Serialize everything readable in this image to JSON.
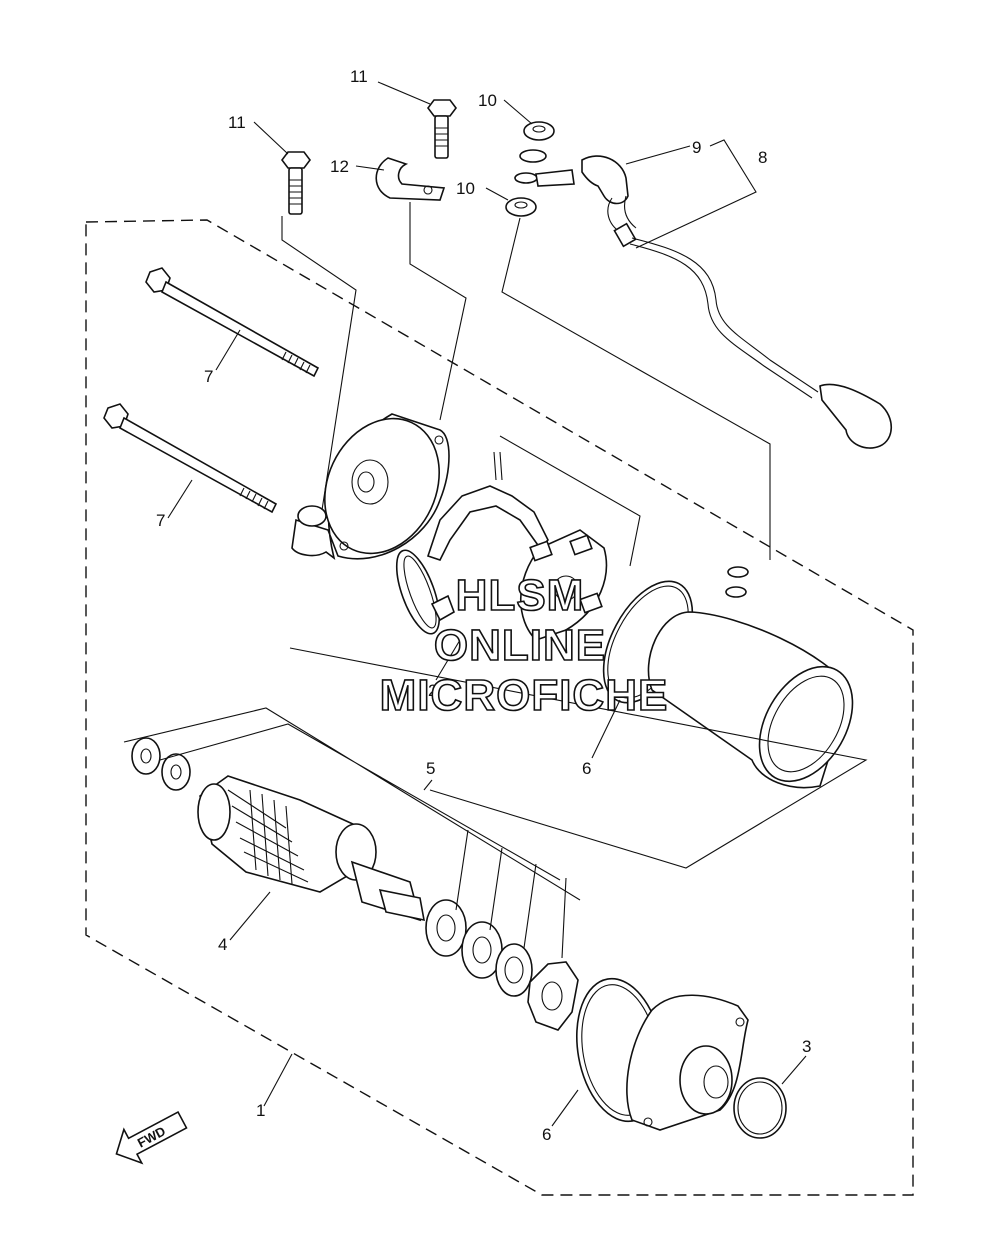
{
  "callouts": {
    "c1": "1",
    "c2": "2",
    "c3": "3",
    "c4": "4",
    "c5": "5",
    "c6a": "6",
    "c6b": "6",
    "c7a": "7",
    "c7b": "7",
    "c8": "8",
    "c9": "9",
    "c10a": "10",
    "c10b": "10",
    "c11a": "11",
    "c11b": "11",
    "c12": "12"
  },
  "watermark": {
    "line1": "HLSM",
    "line2": "ONLINE",
    "line3": "MICROFICHE"
  },
  "direction": {
    "label": "FWD",
    "icon": "fwd-arrow-icon"
  }
}
